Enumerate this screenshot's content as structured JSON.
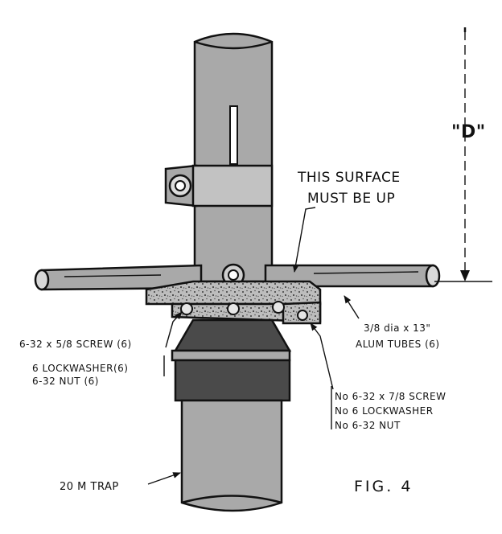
{
  "dimension_label": "\"D\"",
  "surface_note": [
    "THIS SURFACE",
    "MUST BE UP"
  ],
  "screw_label": "6-32 x 5/8 SCREW (6)",
  "washer_nut_label": [
    "6 LOCKWASHER(6)",
    "6-32 NUT (6)"
  ],
  "tube_label": [
    "3/8 dia x 13\"",
    "ALUM TUBES (6)"
  ],
  "hardware_list": [
    "No 6-32 x 7/8 SCREW",
    "No 6 LOCKWASHER",
    "No 6-32 NUT"
  ],
  "trap_label": "20 M TRAP",
  "figure_label": "FIG. 4"
}
